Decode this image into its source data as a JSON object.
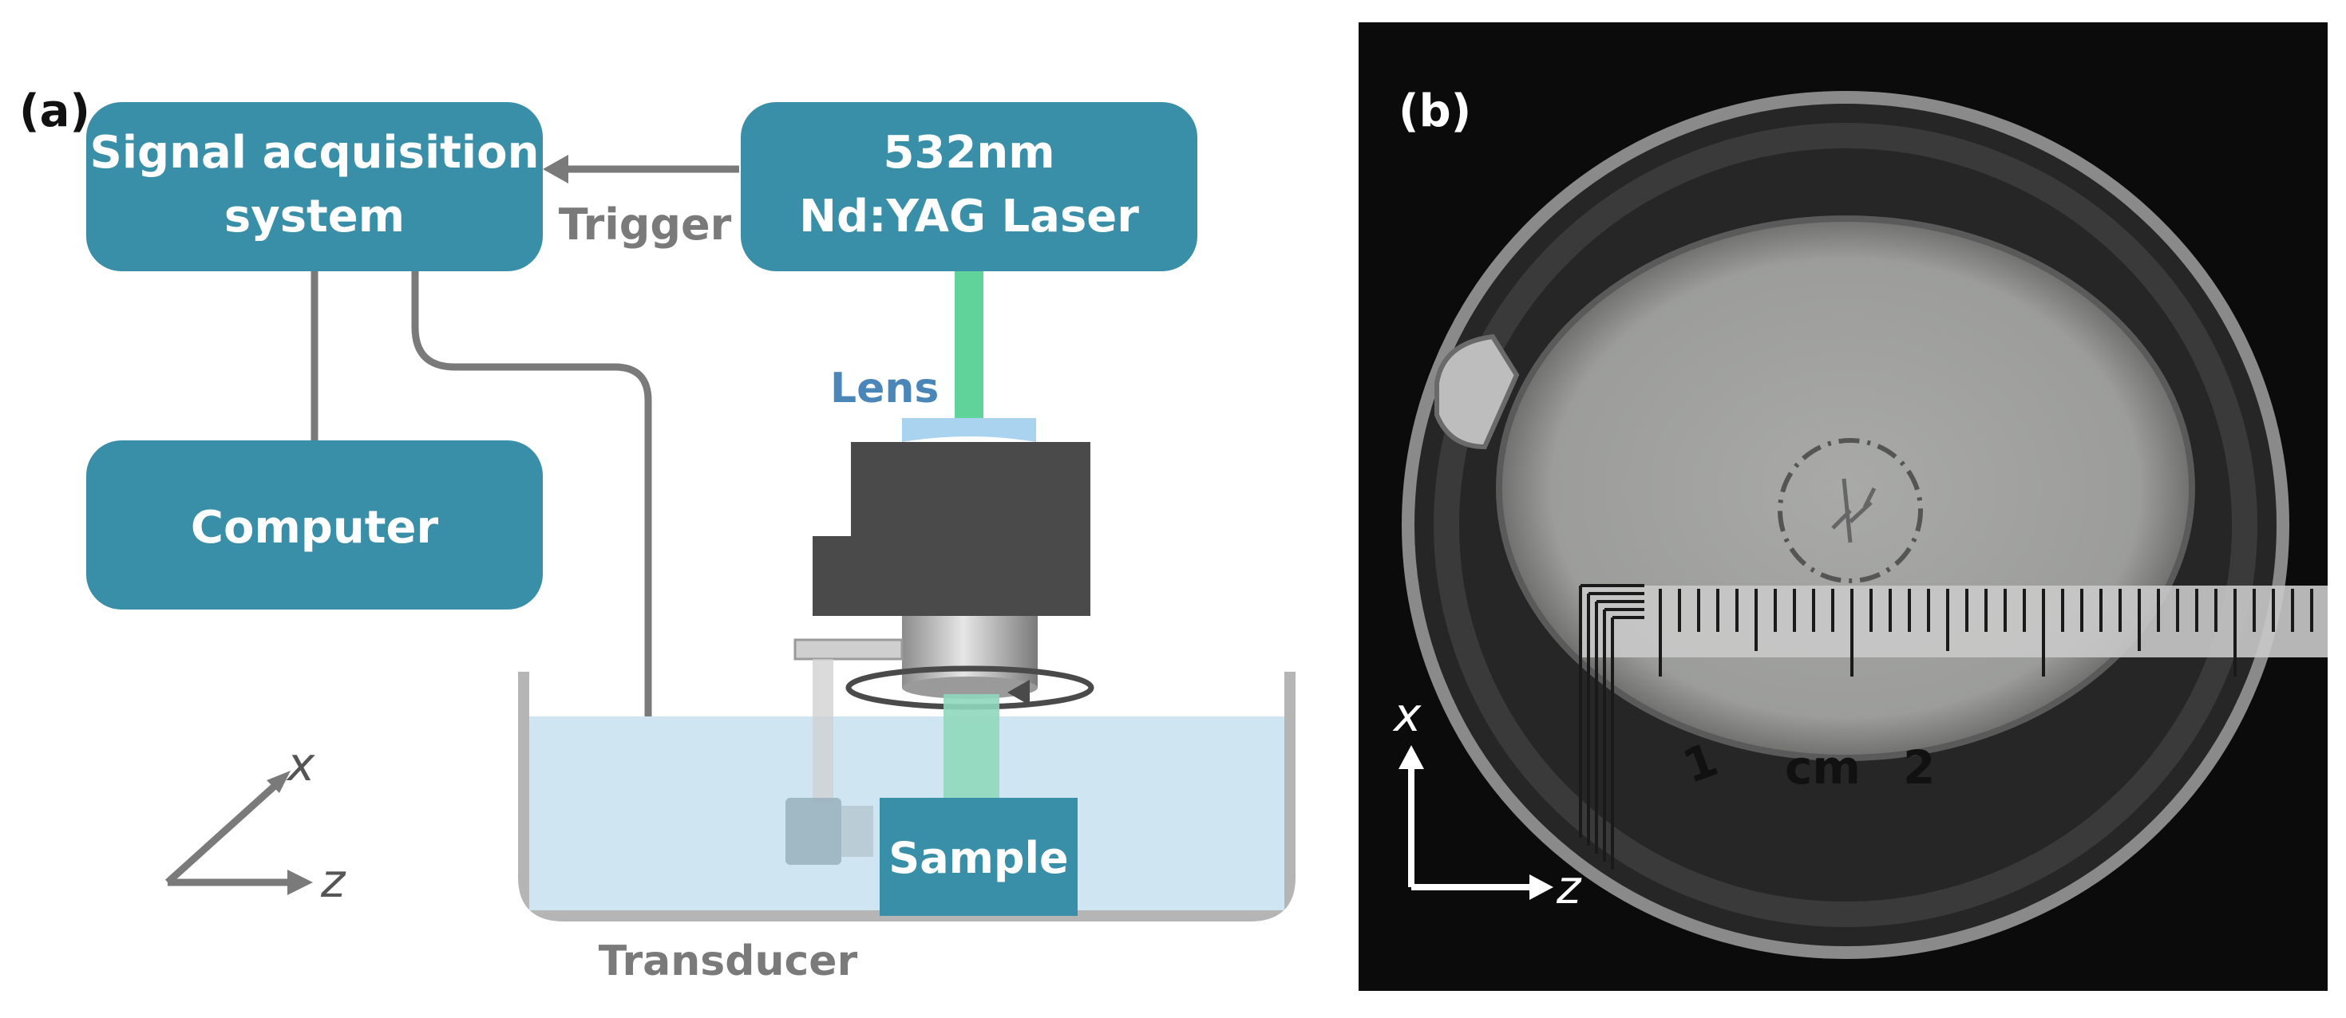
{
  "panel_a": {
    "label": "(a)",
    "signal_box": {
      "line1": "Signal acquisition",
      "line2": "system"
    },
    "laser_box": {
      "line1": "532nm",
      "line2": "Nd:YAG Laser"
    },
    "trigger_label": "Trigger",
    "computer_label": "Computer",
    "lens_label": "Lens",
    "sample_label": "Sample",
    "transducer_label": "Transducer",
    "axis_x_label": "x",
    "axis_z_label": "z"
  },
  "panel_b": {
    "label": "(b)",
    "ruler_unit": "cm",
    "ruler_numbers": [
      "1",
      "2"
    ],
    "axis_x_label": "x",
    "axis_z_label": "z"
  },
  "colors": {
    "teal_box": "#3a8fa8",
    "gray_line": "#7a7a7a",
    "laser_green": "#5fd39a",
    "lens_blue": "#a9d3ee",
    "water": "#cfe6f2",
    "dark_block": "#4a4a4a"
  }
}
